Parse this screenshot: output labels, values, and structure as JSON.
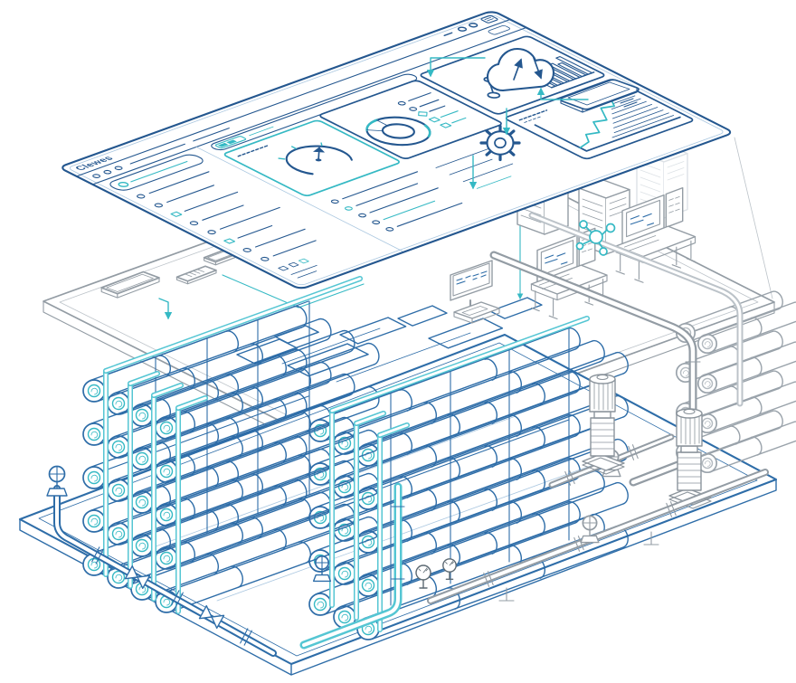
{
  "scene": {
    "type": "isometric-technical-illustration",
    "subject": "Cloud-connected reverse-osmosis water treatment plant monitoring stack",
    "layers": [
      "cloud-dashboard",
      "control-network-layer",
      "ro-plant-skid"
    ]
  },
  "colors": {
    "navy": "#24578f",
    "blue": "#2e6da8",
    "teal": "#35b9c4",
    "cyan": "#55c6d3",
    "lightblue": "#aac7e0",
    "gray": "#939ca4",
    "lightgray": "#bcc3c9",
    "ghost": "#dde2e6",
    "slate": "#5d6a73",
    "paper": "#ffffff"
  },
  "browser": {
    "logo": "Clewes",
    "window_controls": [
      "minimize",
      "maximize",
      "menu"
    ],
    "toolbar_dots": 3,
    "sidebar": {
      "rows": 8,
      "search_field": true
    },
    "widgets": [
      "address-progress-bar",
      "gauge",
      "donut-chart",
      "legend",
      "node-graph",
      "bar-chart",
      "line-chart",
      "activity-list"
    ]
  },
  "icons": {
    "cloud": "cloud-sync",
    "gear": "settings-gear",
    "molecule": "network-nodes",
    "tablet": "tablet-device"
  },
  "network_layer": {
    "devices": [
      "tablet",
      "usb-module",
      "card-module",
      "keypad-module",
      "scada-monitor",
      "laptop",
      "operator-console",
      "operator-console",
      "server-rack",
      "server-rack"
    ],
    "plan_blocks": 7
  },
  "plant": {
    "equipment": [
      "membrane-rack-front",
      "membrane-rack-rear",
      "membrane-rack-side",
      "vertical-pump-1",
      "vertical-pump-2",
      "pressure-gauges",
      "gate-valves",
      "feed-pipe",
      "process-loop-pipe",
      "skid-base"
    ],
    "membrane_vessels": {
      "front_rack": {
        "rows": 5,
        "columns": 4
      },
      "rear_rack": {
        "rows": 5,
        "columns": 3
      },
      "side_rack": {
        "rows": 4,
        "columns": 2
      }
    }
  }
}
